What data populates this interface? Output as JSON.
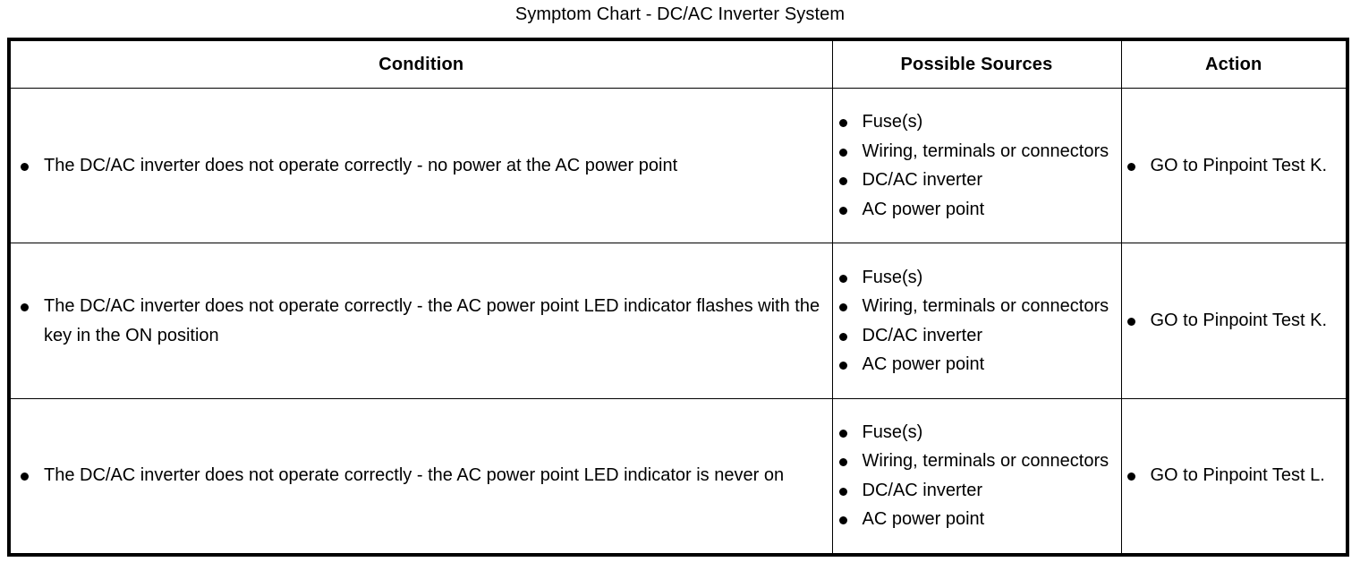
{
  "document": {
    "title": "Symptom Chart - DC/AC Inverter System"
  },
  "table": {
    "headers": {
      "condition": "Condition",
      "possible_sources": "Possible Sources",
      "action": "Action"
    },
    "rows": [
      {
        "condition": "The DC/AC inverter does not operate correctly - no power at the AC power point",
        "sources": [
          "Fuse(s)",
          "Wiring, terminals or connectors",
          "DC/AC inverter",
          "AC power point"
        ],
        "actions": [
          "GO to Pinpoint Test K."
        ]
      },
      {
        "condition": "The DC/AC inverter does not operate correctly - the AC power point LED indicator flashes with the key in the ON position",
        "sources": [
          "Fuse(s)",
          "Wiring, terminals or connectors",
          "DC/AC inverter",
          "AC power point"
        ],
        "actions": [
          "GO to Pinpoint Test K."
        ]
      },
      {
        "condition": "The DC/AC inverter does not operate correctly - the AC power point LED indicator is never on",
        "sources": [
          "Fuse(s)",
          "Wiring, terminals or connectors",
          "DC/AC inverter",
          "AC power point"
        ],
        "actions": [
          "GO to Pinpoint Test L."
        ]
      }
    ]
  },
  "colors": {
    "text": "#000000",
    "background": "#ffffff",
    "border": "#000000"
  }
}
